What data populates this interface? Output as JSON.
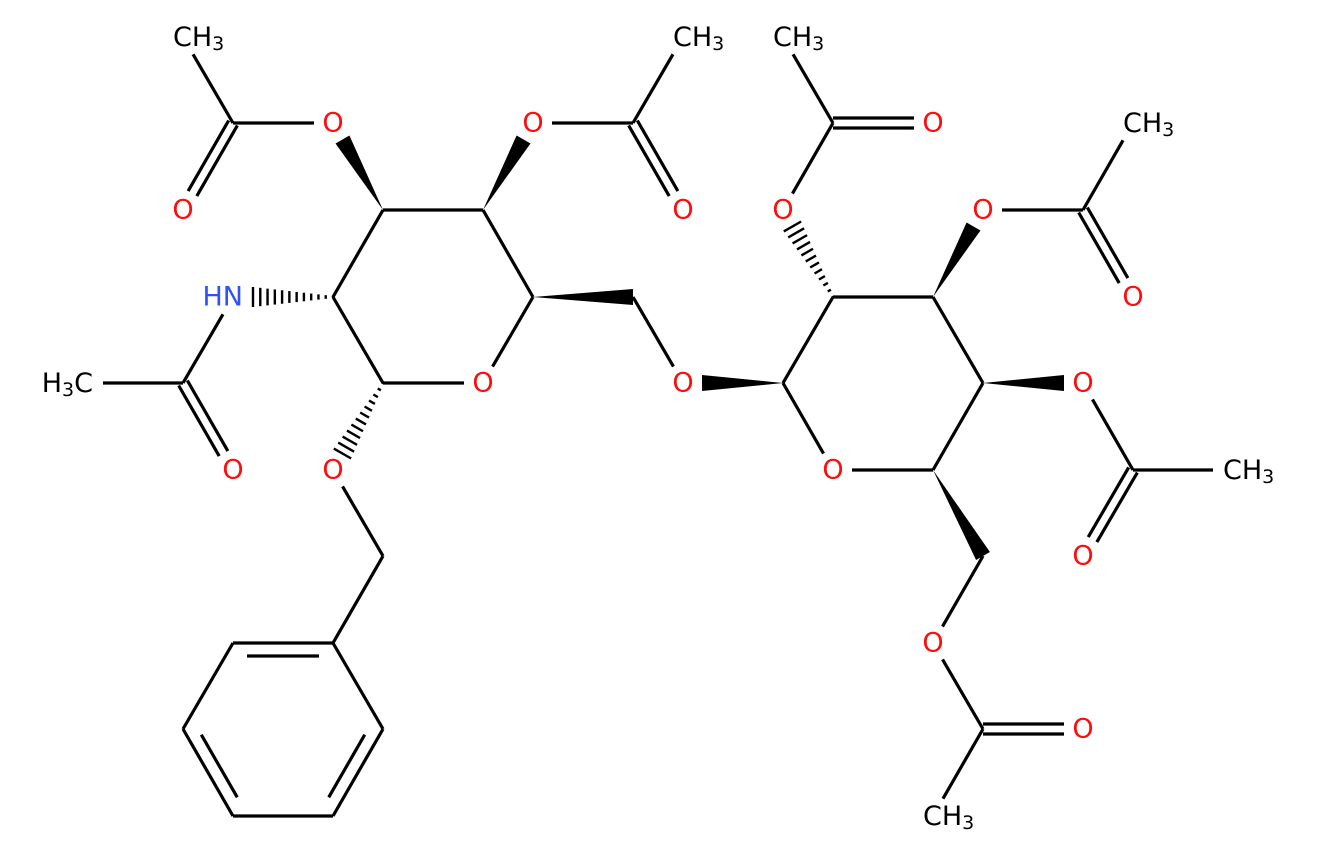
{
  "diagram": {
    "type": "skeletal-formula",
    "labels": {
      "O": "O",
      "HN": "HN",
      "CH3_C": "CH",
      "CH3_sub": "3",
      "H3C_H": "H",
      "H3C_sub": "3",
      "H3C_C": "C"
    },
    "colors": {
      "bond": "#000000",
      "oxygen": "#ff0d0d",
      "nitrogen": "#3050f8",
      "carbon": "#000000"
    }
  }
}
